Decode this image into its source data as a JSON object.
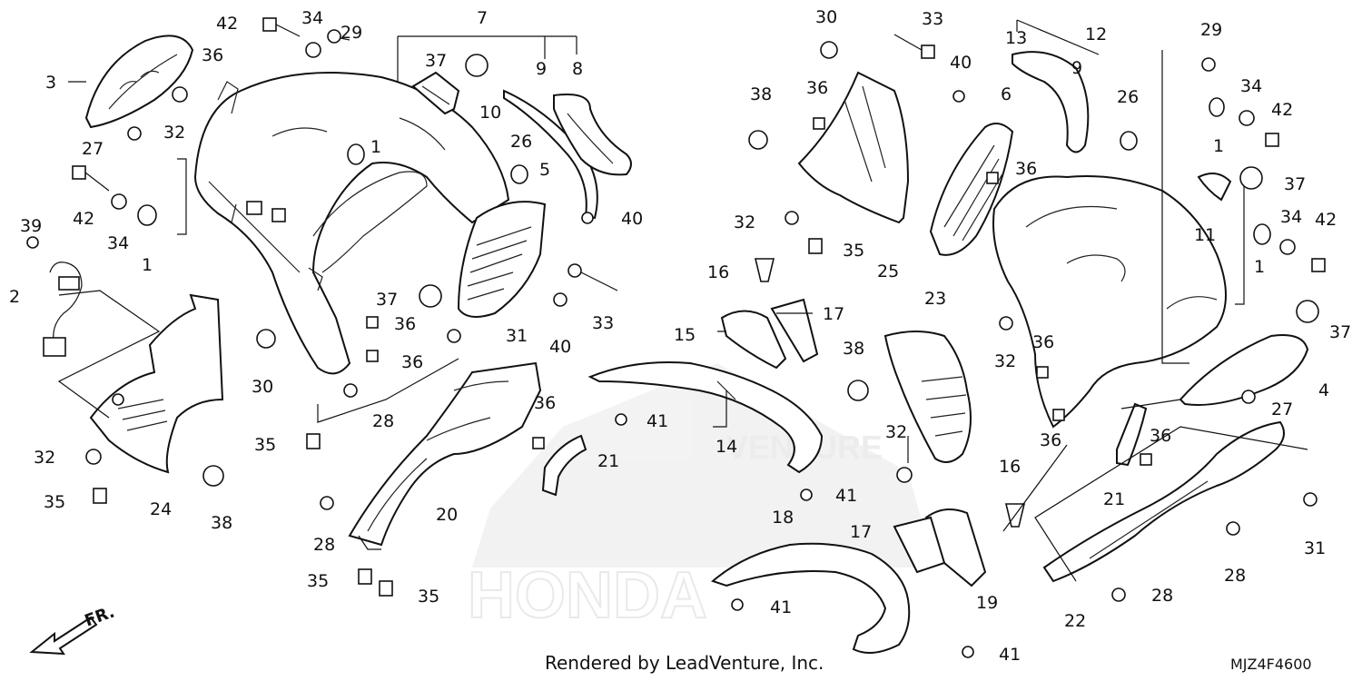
{
  "watermark": {
    "brand_text": "HONDA",
    "dealer_text": "VENTURE"
  },
  "footer": {
    "rendered_by": "Rendered by LeadVenture, Inc.",
    "diagram_code": "MJZ4F4600"
  },
  "direction_label": "FR.",
  "callouts": [
    {
      "id": "c-42a",
      "label": "42"
    },
    {
      "id": "c-34a",
      "label": "34"
    },
    {
      "id": "c-29a",
      "label": "29"
    },
    {
      "id": "c-7",
      "label": "7"
    },
    {
      "id": "c-3",
      "label": "3"
    },
    {
      "id": "c-36a",
      "label": "36"
    },
    {
      "id": "c-37a",
      "label": "37"
    },
    {
      "id": "c-9a",
      "label": "9"
    },
    {
      "id": "c-8",
      "label": "8"
    },
    {
      "id": "c-10",
      "label": "10"
    },
    {
      "id": "c-32a",
      "label": "32"
    },
    {
      "id": "c-27a",
      "label": "27"
    },
    {
      "id": "c-1a",
      "label": "1"
    },
    {
      "id": "c-26a",
      "label": "26"
    },
    {
      "id": "c-5",
      "label": "5"
    },
    {
      "id": "c-42b",
      "label": "42"
    },
    {
      "id": "c-34b",
      "label": "34"
    },
    {
      "id": "c-1b",
      "label": "1"
    },
    {
      "id": "c-39",
      "label": "39"
    },
    {
      "id": "c-2",
      "label": "2"
    },
    {
      "id": "c-40a",
      "label": "40"
    },
    {
      "id": "c-37b",
      "label": "37"
    },
    {
      "id": "c-36b",
      "label": "36"
    },
    {
      "id": "c-33a",
      "label": "33"
    },
    {
      "id": "c-31a",
      "label": "31"
    },
    {
      "id": "c-40b",
      "label": "40"
    },
    {
      "id": "c-36c",
      "label": "36"
    },
    {
      "id": "c-30a",
      "label": "30"
    },
    {
      "id": "c-28a",
      "label": "28"
    },
    {
      "id": "c-36d",
      "label": "36"
    },
    {
      "id": "c-35a",
      "label": "35"
    },
    {
      "id": "c-32b",
      "label": "32"
    },
    {
      "id": "c-35b",
      "label": "35"
    },
    {
      "id": "c-24",
      "label": "24"
    },
    {
      "id": "c-38a",
      "label": "38"
    },
    {
      "id": "c-20",
      "label": "20"
    },
    {
      "id": "c-21a",
      "label": "21"
    },
    {
      "id": "c-28b",
      "label": "28"
    },
    {
      "id": "c-35c",
      "label": "35"
    },
    {
      "id": "c-35d",
      "label": "35"
    },
    {
      "id": "c-30b",
      "label": "30"
    },
    {
      "id": "c-33b",
      "label": "33"
    },
    {
      "id": "c-40c",
      "label": "40"
    },
    {
      "id": "c-13",
      "label": "13"
    },
    {
      "id": "c-12",
      "label": "12"
    },
    {
      "id": "c-9b",
      "label": "9"
    },
    {
      "id": "c-29b",
      "label": "29"
    },
    {
      "id": "c-38b",
      "label": "38"
    },
    {
      "id": "c-36e",
      "label": "36"
    },
    {
      "id": "c-6",
      "label": "6"
    },
    {
      "id": "c-26b",
      "label": "26"
    },
    {
      "id": "c-34c",
      "label": "34"
    },
    {
      "id": "c-42c",
      "label": "42"
    },
    {
      "id": "c-1c",
      "label": "1"
    },
    {
      "id": "c-36f",
      "label": "36"
    },
    {
      "id": "c-37c",
      "label": "37"
    },
    {
      "id": "c-32c",
      "label": "32"
    },
    {
      "id": "c-35e",
      "label": "35"
    },
    {
      "id": "c-25",
      "label": "25"
    },
    {
      "id": "c-11",
      "label": "11"
    },
    {
      "id": "c-34d",
      "label": "34"
    },
    {
      "id": "c-42d",
      "label": "42"
    },
    {
      "id": "c-1d",
      "label": "1"
    },
    {
      "id": "c-16a",
      "label": "16"
    },
    {
      "id": "c-23",
      "label": "23"
    },
    {
      "id": "c-15",
      "label": "15"
    },
    {
      "id": "c-17a",
      "label": "17"
    },
    {
      "id": "c-37d",
      "label": "37"
    },
    {
      "id": "c-38c",
      "label": "38"
    },
    {
      "id": "c-32d",
      "label": "32"
    },
    {
      "id": "c-36g",
      "label": "36"
    },
    {
      "id": "c-4",
      "label": "4"
    },
    {
      "id": "c-41a",
      "label": "41"
    },
    {
      "id": "c-14",
      "label": "14"
    },
    {
      "id": "c-27b",
      "label": "27"
    },
    {
      "id": "c-36h",
      "label": "36"
    },
    {
      "id": "c-36i",
      "label": "36"
    },
    {
      "id": "c-32e",
      "label": "32"
    },
    {
      "id": "c-41b",
      "label": "41"
    },
    {
      "id": "c-16b",
      "label": "16"
    },
    {
      "id": "c-21b",
      "label": "21"
    },
    {
      "id": "c-31b",
      "label": "31"
    },
    {
      "id": "c-18",
      "label": "18"
    },
    {
      "id": "c-17b",
      "label": "17"
    },
    {
      "id": "c-19",
      "label": "19"
    },
    {
      "id": "c-28c",
      "label": "28"
    },
    {
      "id": "c-28d",
      "label": "28"
    },
    {
      "id": "c-22",
      "label": "22"
    },
    {
      "id": "c-41c",
      "label": "41"
    },
    {
      "id": "c-41d",
      "label": "41"
    }
  ]
}
